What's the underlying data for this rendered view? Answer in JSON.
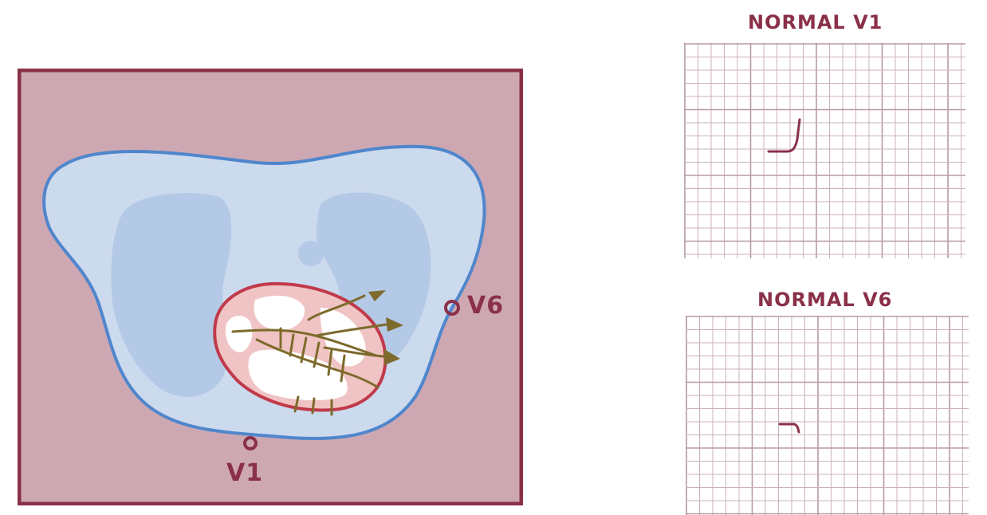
{
  "labels": {
    "v6": "V6",
    "v1": "V1"
  },
  "ecg_panels": [
    {
      "title": "NORMAL V1",
      "trace_shape": "upstroke"
    },
    {
      "title": "NORMAL V6",
      "trace_shape": "downstroke"
    }
  ],
  "colors": {
    "body_background": "#cda8b2",
    "frame_border": "#8a3048",
    "chest_fill": "#ccdaee",
    "chest_outline": "#4f86cc",
    "lung_fill": "#b3c9e6",
    "heart_outline": "#c03a4a",
    "heart_fill": "#f0c4c4",
    "conduction": "#7d6b2c",
    "grid_line": "#cdb2bc",
    "grid_major": "#b89aa6",
    "label_text": "#8a3048"
  }
}
